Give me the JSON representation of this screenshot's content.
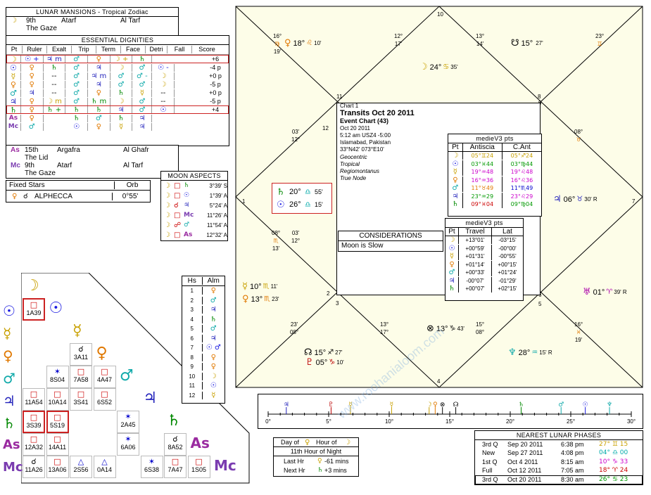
{
  "lunar_mansions": {
    "title": "LUNAR MANSIONS - Tropical Zodiac",
    "moon": {
      "glyph": "☽",
      "num": "9th",
      "arabic": "Atarf",
      "name": "Al Tarf",
      "english": "The Gaze"
    },
    "asc": {
      "glyph": "As",
      "num": "15th",
      "arabic": "Argafra",
      "name": "Al Ghafr",
      "english": "The Lid"
    },
    "mc": {
      "glyph": "Mc",
      "num": "9th",
      "arabic": "Atarf",
      "name": "Al Tarf",
      "english": "The Gaze"
    }
  },
  "dignities": {
    "title": "ESSENTIAL DIGNITIES",
    "headers": [
      "Pt",
      "Ruler",
      "Exalt",
      "Trip",
      "Term",
      "Face",
      "Detri",
      "Fall",
      "Score"
    ],
    "rows": [
      {
        "pt": "☽",
        "ptc": "moon",
        "cells": [
          "☉ +",
          "♃ m",
          "♂",
          "♀",
          "☽ +",
          "♄",
          "",
          ""
        ],
        "cc": [
          "sun",
          "jup",
          "mars",
          "ven",
          "moon",
          "sat",
          "",
          ""
        ],
        "score": "+6",
        "hl": true
      },
      {
        "pt": "☉",
        "ptc": "sun",
        "cells": [
          "♀",
          "♄",
          "♂",
          "♃",
          "☽",
          "♂",
          "☉ -",
          ""
        ],
        "cc": [
          "ven",
          "sat",
          "mars",
          "jup",
          "moon",
          "mars",
          "sun",
          ""
        ],
        "score": "-4 p",
        "hl": false
      },
      {
        "pt": "☿",
        "ptc": "merc",
        "cells": [
          "♀",
          "--",
          "♂",
          "♃ m",
          "♂",
          "♂ -",
          "☽",
          ""
        ],
        "cc": [
          "ven",
          "",
          "mars",
          "jup",
          "mars",
          "mars",
          "moon",
          ""
        ],
        "score": "+0 p",
        "hl": false
      },
      {
        "pt": "♀",
        "ptc": "ven",
        "cells": [
          "♀",
          "--",
          "♂",
          "♃",
          "♂",
          "♂",
          "☽",
          ""
        ],
        "cc": [
          "ven",
          "",
          "mars",
          "jup",
          "mars",
          "mars",
          "moon",
          ""
        ],
        "score": "-5 p",
        "hl": false
      },
      {
        "pt": "♂",
        "ptc": "mars",
        "cells": [
          "♃",
          "--",
          "♂",
          "♀",
          "♄",
          "☿",
          "--",
          ""
        ],
        "cc": [
          "jup",
          "",
          "mars",
          "ven",
          "sat",
          "merc",
          "",
          ""
        ],
        "score": "+0 p",
        "hl": false
      },
      {
        "pt": "♃",
        "ptc": "jup",
        "cells": [
          "♀",
          "☽ m",
          "♂",
          "♄ m",
          "☽",
          "♂",
          "--",
          ""
        ],
        "cc": [
          "ven",
          "moon",
          "mars",
          "sat",
          "moon",
          "mars",
          "",
          ""
        ],
        "score": "-5 p",
        "hl": false
      },
      {
        "pt": "♄",
        "ptc": "sat",
        "cells": [
          "♀",
          "♄ +",
          "♄",
          "♄",
          "♃",
          "♂",
          "☉",
          ""
        ],
        "cc": [
          "ven",
          "sat",
          "sat",
          "sat",
          "jup",
          "mars",
          "sun",
          ""
        ],
        "score": "+4",
        "hl": true
      },
      {
        "pt": "As",
        "ptc": "asc",
        "cells": [
          "♀",
          "",
          "♄",
          "♂",
          "♄",
          "♃",
          "",
          ""
        ],
        "cc": [
          "ven",
          "",
          "sat",
          "mars",
          "sat",
          "jup",
          "",
          ""
        ],
        "score": "",
        "hl": false
      },
      {
        "pt": "Mc",
        "ptc": "mc",
        "cells": [
          "♂",
          "",
          "☉",
          "♀",
          "☿",
          "♃",
          "",
          ""
        ],
        "cc": [
          "mars",
          "",
          "sun",
          "ven",
          "merc",
          "jup",
          "",
          ""
        ],
        "score": "",
        "hl": false
      }
    ]
  },
  "fixed_stars": {
    "title": "Fixed Stars",
    "orb_label": "Orb",
    "planet": "♀",
    "aspect": "☌",
    "star": "ALPHECCA",
    "orb": "0°55'"
  },
  "moon_aspects": {
    "title": "MOON ASPECTS",
    "rows": [
      {
        "a": "☽",
        "asp": "□",
        "b": "♄",
        "bc": "sat",
        "val": "3°39' S"
      },
      {
        "a": "☽",
        "asp": "□",
        "b": "☉",
        "bc": "sun",
        "val": "1°39' A"
      },
      {
        "a": "☽",
        "asp": "☌",
        "b": "♃",
        "bc": "jup",
        "val": "5°24' A"
      },
      {
        "a": "☽",
        "asp": "□",
        "b": "Mc",
        "bc": "mc",
        "val": "11°26' A"
      },
      {
        "a": "☽",
        "asp": "☍",
        "b": "♂",
        "bc": "mars",
        "val": "11°54' A"
      },
      {
        "a": "☽",
        "asp": "□",
        "b": "As",
        "bc": "asc",
        "val": "12°32' A"
      }
    ]
  },
  "almuten": {
    "headers": [
      "Hs",
      "Alm"
    ],
    "rows": [
      [
        "1",
        "♀",
        "ven"
      ],
      [
        "2",
        "♂",
        "mars"
      ],
      [
        "3",
        "♃",
        "jup"
      ],
      [
        "4",
        "♄",
        "sat"
      ],
      [
        "5",
        "♂",
        "mars"
      ],
      [
        "6",
        "♃",
        "jup"
      ],
      [
        "7",
        "☉ ♂",
        "sun"
      ],
      [
        "8",
        "♀",
        "ven"
      ],
      [
        "9",
        "♀",
        "ven"
      ],
      [
        "10",
        "☽",
        "moon"
      ],
      [
        "11",
        "☉",
        "sun"
      ],
      [
        "12",
        "☿",
        "merc"
      ]
    ]
  },
  "aspect_grid": {
    "planets": [
      {
        "g": "☽",
        "c": "moon"
      },
      {
        "g": "☉",
        "c": "sun"
      },
      {
        "g": "☿",
        "c": "merc"
      },
      {
        "g": "♀",
        "c": "ven"
      },
      {
        "g": "♂",
        "c": "mars"
      },
      {
        "g": "♃",
        "c": "jup"
      },
      {
        "g": "♄",
        "c": "sat"
      },
      {
        "g": "As",
        "c": "asc"
      },
      {
        "g": "Mc",
        "c": "mc"
      }
    ],
    "cells": [
      {
        "r": 1,
        "col": 0,
        "asp": "□",
        "ac": "red",
        "txt": "1A39",
        "hl": true
      },
      {
        "r": 3,
        "col": 2,
        "asp": "☌",
        "ac": "node",
        "txt": "3A11"
      },
      {
        "r": 4,
        "col": 1,
        "asp": "✶",
        "ac": "blu",
        "txt": "8S04"
      },
      {
        "r": 4,
        "col": 2,
        "asp": "□",
        "ac": "red",
        "txt": "7A58"
      },
      {
        "r": 4,
        "col": 3,
        "asp": "□",
        "ac": "red",
        "txt": "4A47"
      },
      {
        "r": 5,
        "col": 0,
        "asp": "□",
        "ac": "red",
        "txt": "11A54"
      },
      {
        "r": 5,
        "col": 1,
        "asp": "□",
        "ac": "red",
        "txt": "10A14"
      },
      {
        "r": 5,
        "col": 2,
        "asp": "□",
        "ac": "red",
        "txt": "3S41"
      },
      {
        "r": 5,
        "col": 3,
        "asp": "□",
        "ac": "red",
        "txt": "6S52"
      },
      {
        "r": 6,
        "col": 0,
        "asp": "□",
        "ac": "red",
        "txt": "3S39",
        "hl": true
      },
      {
        "r": 6,
        "col": 1,
        "asp": "□",
        "ac": "red",
        "txt": "5S19",
        "hl": true
      },
      {
        "r": 6,
        "col": 4,
        "asp": "✶",
        "ac": "blu",
        "txt": "2A45"
      },
      {
        "r": 7,
        "col": 0,
        "asp": "□",
        "ac": "red",
        "txt": "12A32"
      },
      {
        "r": 7,
        "col": 1,
        "asp": "□",
        "ac": "red",
        "txt": "14A11"
      },
      {
        "r": 7,
        "col": 4,
        "asp": "✶",
        "ac": "blu",
        "txt": "6A06"
      },
      {
        "r": 7,
        "col": 6,
        "asp": "☌",
        "ac": "node",
        "txt": "8A52"
      },
      {
        "r": 8,
        "col": 0,
        "asp": "☌",
        "ac": "node",
        "txt": "11A26"
      },
      {
        "r": 8,
        "col": 1,
        "asp": "□",
        "ac": "red",
        "txt": "13A06"
      },
      {
        "r": 8,
        "col": 2,
        "asp": "△",
        "ac": "blu",
        "txt": "2S56"
      },
      {
        "r": 8,
        "col": 3,
        "asp": "△",
        "ac": "blu",
        "txt": "0A14"
      },
      {
        "r": 8,
        "col": 5,
        "asp": "✶",
        "ac": "blu",
        "txt": "6S38"
      },
      {
        "r": 8,
        "col": 6,
        "asp": "□",
        "ac": "red",
        "txt": "7A47"
      },
      {
        "r": 8,
        "col": 7,
        "asp": "□",
        "ac": "red",
        "txt": "1S05"
      }
    ]
  },
  "chart": {
    "title": "Transits Oct 20 2011",
    "chart_label": "Chart 1",
    "subtitle": "Event Chart (43)",
    "date": "Oct 20 2011",
    "time": "5:12 am  USZ4 -5:00",
    "place": "Islamabad, Pakistan",
    "coords": "33°N42' 073°E10'",
    "notes": [
      "Geocentric",
      "Tropical",
      "Regiomontanus",
      "True Node"
    ],
    "house_numbers": [
      {
        "n": "10"
      },
      {
        "n": "11"
      },
      {
        "n": "12"
      },
      {
        "n": "1"
      },
      {
        "n": "2"
      },
      {
        "n": "3"
      },
      {
        "n": "4"
      },
      {
        "n": "5"
      },
      {
        "n": "6"
      },
      {
        "n": "7"
      },
      {
        "n": "8"
      },
      {
        "n": "9"
      }
    ],
    "planets_in_chart": [
      {
        "g": "♀",
        "c": "ven",
        "sign": "♌",
        "deg": "18°",
        "min": "10'"
      },
      {
        "g": "☽",
        "c": "moon",
        "sign": "♋",
        "deg": "24°",
        "min": "35'"
      },
      {
        "g": "☋",
        "c": "node",
        "sign": "",
        "deg": "15°",
        "min": "27'"
      },
      {
        "g": "♅",
        "c": "ura",
        "sign": "♈",
        "deg": "01°",
        "min": "39' R"
      },
      {
        "g": "♆",
        "c": "nep",
        "sign": "♒",
        "deg": "28°",
        "min": "15' R"
      },
      {
        "g": "⊗",
        "c": "node",
        "sign": "♑",
        "deg": "13°",
        "min": "43'"
      },
      {
        "g": "☊",
        "c": "node",
        "sign": "♐",
        "deg": "15°",
        "min": "27'"
      },
      {
        "g": "♇",
        "c": "plu",
        "sign": "♑",
        "deg": "05°",
        "min": "10'"
      },
      {
        "g": "☿",
        "c": "merc",
        "sign": "♏",
        "deg": "10°",
        "min": "11'"
      },
      {
        "g": "♀",
        "c": "ven",
        "sign": "♏",
        "deg": "13°",
        "min": "23'"
      },
      {
        "g": "♄",
        "c": "sat",
        "sign": "♎",
        "deg": "20°",
        "min": "55'"
      },
      {
        "g": "☉",
        "c": "sun",
        "sign": "♎",
        "deg": "26°",
        "min": "15'"
      },
      {
        "g": "♃",
        "c": "jup",
        "sign": "♉",
        "deg": "06°",
        "min": "30' R"
      }
    ],
    "cusp_degrees": [
      {
        "d": "16°",
        "s": "♍",
        "m": "19'"
      },
      {
        "d": "12°",
        "s": "",
        "m": "17'"
      },
      {
        "d": "13°",
        "s": "",
        "m": "14'"
      },
      {
        "d": "23°",
        "s": "♊",
        "m": ""
      },
      {
        "d": "03'",
        "s": "",
        "m": "12°"
      },
      {
        "d": "08°",
        "s": "♉",
        "m": ""
      },
      {
        "d": "03'",
        "s": "",
        "m": "12°"
      },
      {
        "d": "08°",
        "s": "♏",
        "m": "13'"
      },
      {
        "d": "23'",
        "s": "",
        "m": "08°"
      },
      {
        "d": "13°",
        "s": "",
        "m": "17°"
      },
      {
        "d": "16°",
        "s": "♓",
        "m": "19'"
      },
      {
        "d": "15°",
        "s": "",
        "m": "08°"
      }
    ]
  },
  "medieval_pts": {
    "title": "medieV3 pts",
    "headers": [
      "Pt",
      "Antiscia",
      "C.Ant"
    ],
    "rows": [
      {
        "pt": "☽",
        "pc": "moon",
        "a": "05°♊24",
        "ac": "moon",
        "b": "05°♐24",
        "bc": "moon"
      },
      {
        "pt": "☉",
        "pc": "sun",
        "a": "03°♓44",
        "ac": "grn",
        "b": "03°♍44",
        "bc": "grn"
      },
      {
        "pt": "☿",
        "pc": "merc",
        "a": "19°♒48",
        "ac": "mag",
        "b": "19°♌48",
        "bc": "mag"
      },
      {
        "pt": "♀",
        "pc": "ven",
        "a": "16°♒36",
        "ac": "mag",
        "b": "16°♌36",
        "bc": "mag"
      },
      {
        "pt": "♂",
        "pc": "mars",
        "a": "11°♉49",
        "ac": "ven",
        "b": "11°♏49",
        "bc": "blu"
      },
      {
        "pt": "♃",
        "pc": "jup",
        "a": "23°♒29",
        "ac": "grn",
        "b": "23°♌29",
        "bc": "mag"
      },
      {
        "pt": "♄",
        "pc": "sat",
        "a": "09°♓04",
        "ac": "red",
        "b": "09°♍04",
        "bc": "grn"
      }
    ]
  },
  "travel_pts": {
    "title": "medieV3 pts",
    "headers": [
      "Pt",
      "Travel",
      "Lat"
    ],
    "rows": [
      {
        "pt": "☽",
        "pc": "moon",
        "a": "+13°01'",
        "b": "-03°15'"
      },
      {
        "pt": "☉",
        "pc": "sun",
        "a": "+00°59'",
        "b": "-00°00'"
      },
      {
        "pt": "☿",
        "pc": "merc",
        "a": "+01°31'",
        "b": "-00°55'"
      },
      {
        "pt": "♀",
        "pc": "ven",
        "a": "+01°14'",
        "b": "+00°15'"
      },
      {
        "pt": "♂",
        "pc": "mars",
        "a": "+00°33'",
        "b": "+01°24'"
      },
      {
        "pt": "♃",
        "pc": "jup",
        "a": "-00°07'",
        "b": "-01°29'"
      },
      {
        "pt": "♄",
        "pc": "sat",
        "a": "+00°07'",
        "b": "+02°15'"
      }
    ]
  },
  "considerations": {
    "title": "CONSIDERATIONS",
    "text": "Moon is Slow"
  },
  "ruler_bar": {
    "ticks": [
      "0°",
      "5°",
      "10°",
      "15°",
      "20°",
      "25°",
      "30°"
    ],
    "marks": [
      {
        "g": "♃",
        "c": "jup",
        "v": 1.5
      },
      {
        "g": "♇",
        "c": "plu",
        "v": 5.2
      },
      {
        "g": "☿",
        "c": "merc",
        "v": 6.8
      },
      {
        "g": "☿",
        "c": "merc",
        "v": 10.2
      },
      {
        "g": "☽",
        "c": "moon",
        "v": 13.3
      },
      {
        "g": "♀",
        "c": "ven",
        "v": 13.8
      },
      {
        "g": "⊗",
        "c": "node",
        "v": 14.4
      },
      {
        "g": "☊",
        "c": "node",
        "v": 15.5
      },
      {
        "g": "♄",
        "c": "sat",
        "v": 20.9
      },
      {
        "g": "♂",
        "c": "mars",
        "v": 24.2
      },
      {
        "g": "☉",
        "c": "sun",
        "v": 26.2
      },
      {
        "g": "♆",
        "c": "nep",
        "v": 28.2
      }
    ]
  },
  "hour": {
    "day_label": "Day of",
    "day_g": "♀",
    "hour_label": "Hour of",
    "hour_g": "☽",
    "line2": "11th Hour of Night",
    "last_label": "Last Hr",
    "last_val": "-61 mins",
    "next_label": "Next Hr",
    "next_val": "+3 mins"
  },
  "lunar_phases": {
    "title": "NEAREST LUNAR PHASES",
    "rows": [
      {
        "p": "3rd Q",
        "d": "Sep 20 2011",
        "t": "6:38 pm",
        "pos": "27° ♊ 15",
        "c": "moon"
      },
      {
        "p": "New",
        "d": "Sep 27 2011",
        "t": "4:08 pm",
        "pos": "04° ♎ 00",
        "c": "cyan"
      },
      {
        "p": "1st Q",
        "d": "Oct 4 2011",
        "t": "8:15 am",
        "pos": "10° ♑ 33",
        "c": "mag"
      },
      {
        "p": "Full",
        "d": "Oct 12 2011",
        "t": "7:05 am",
        "pos": "18° ♈ 24",
        "c": "red"
      },
      {
        "p": "3rd Q",
        "d": "Oct 20 2011",
        "t": "8:30 am",
        "pos": "26° ♋ 23",
        "c": "grn"
      }
    ]
  },
  "watermark": "www.roohanialoom.com"
}
